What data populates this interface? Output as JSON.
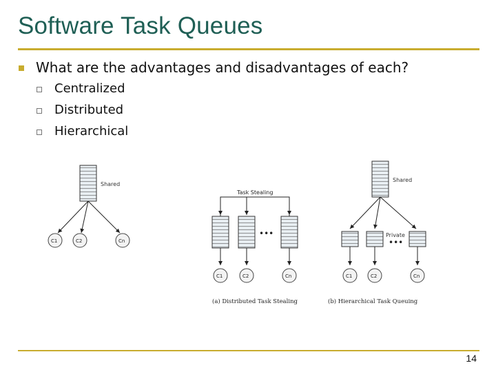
{
  "slide": {
    "title": "Software Task Queues",
    "question": "What are the advantages and disadvantages of each?",
    "items": [
      "Centralized",
      "Distributed",
      "Hierarchical"
    ],
    "page_number": "14"
  },
  "figure": {
    "centralized": {
      "queue_label": "Shared",
      "cores": [
        "C1",
        "C2",
        "Cn"
      ]
    },
    "distributed": {
      "stealing_label": "Task Stealing",
      "cores": [
        "C1",
        "C2",
        "Cn"
      ],
      "dots": "•••",
      "caption": "(a) Distributed Task Stealing"
    },
    "hierarchical": {
      "shared_label": "Shared",
      "private_label": "Private",
      "cores": [
        "C1",
        "C2",
        "Cn"
      ],
      "dots": "•••",
      "caption": "(b) Hierarchical Task Queuing"
    }
  },
  "colors": {
    "title": "#1f5f55",
    "accent": "#c8ac2e",
    "queue_fill": "#e8eef2",
    "node_fill": "#f3f3f3"
  }
}
